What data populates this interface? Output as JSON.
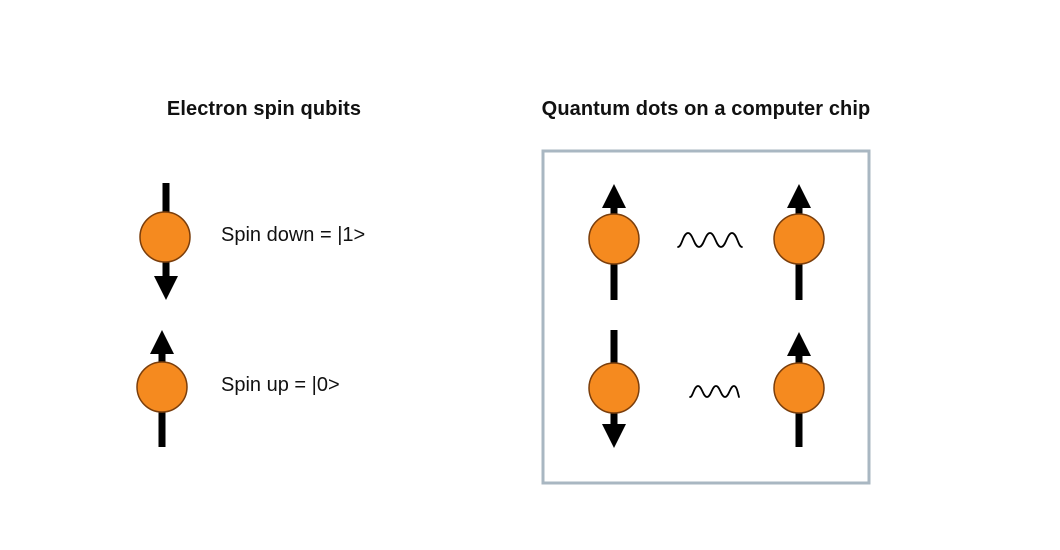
{
  "left_panel": {
    "title": "Electron spin qubits",
    "spin_down_label": "Spin down = |1>",
    "spin_up_label": "Spin up = |0>"
  },
  "right_panel": {
    "title": "Quantum dots on a computer chip"
  },
  "colors": {
    "electron_fill": "#F58A1F",
    "electron_stroke": "#7A3E0C",
    "arrow": "#000000",
    "chip_border": "#A9B7C2"
  },
  "icons": [
    "electron-dot",
    "spin-arrow-up",
    "spin-arrow-down",
    "coupling-wave"
  ]
}
